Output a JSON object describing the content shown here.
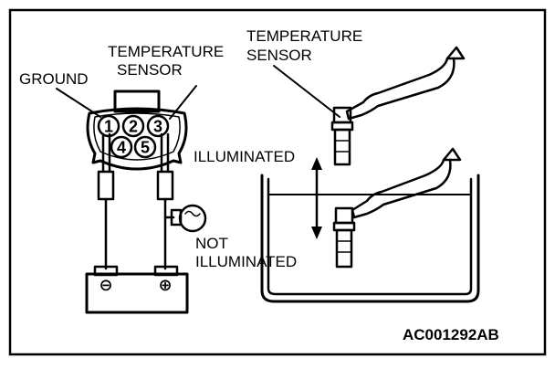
{
  "labels": {
    "ground": "GROUND",
    "temp_sensor_left_line1": "TEMPERATURE",
    "temp_sensor_left_line2": "SENSOR",
    "temp_sensor_right_line1": "TEMPERATURE",
    "temp_sensor_right_line2": "SENSOR",
    "illuminated": "ILLUMINATED",
    "not_illuminated_line1": "NOT",
    "not_illuminated_line2": "ILLUMINATED",
    "figure_code": "AC001292AB"
  },
  "connector_pins": [
    "1",
    "2",
    "3",
    "4",
    "5"
  ],
  "battery": {
    "negative": "⊖",
    "positive": "⊕"
  }
}
